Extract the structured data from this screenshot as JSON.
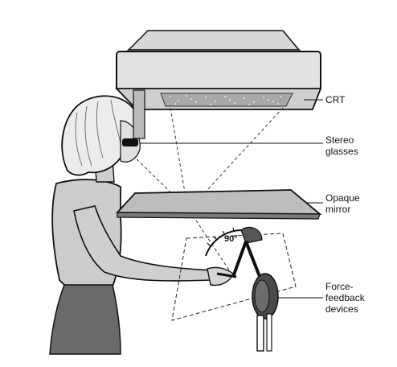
{
  "labels": {
    "crt": "CRT",
    "stereo_line1": "Stereo",
    "stereo_line2": "glasses",
    "mirror_line1": "Opaque",
    "mirror_line2": "mirror",
    "force_line1": "Force-",
    "force_line2": "feedback",
    "force_line3": "devices",
    "angle": "90°"
  },
  "colors": {
    "line": "#111111",
    "body_fill": "#c8c8c8",
    "pants_fill": "#6a6a6a",
    "hair_fill": "#e6e6e6",
    "crt_fill": "#dcdcdc",
    "mirror_fill": "#bdbdbd",
    "device_fill": "#4a4a4a"
  }
}
